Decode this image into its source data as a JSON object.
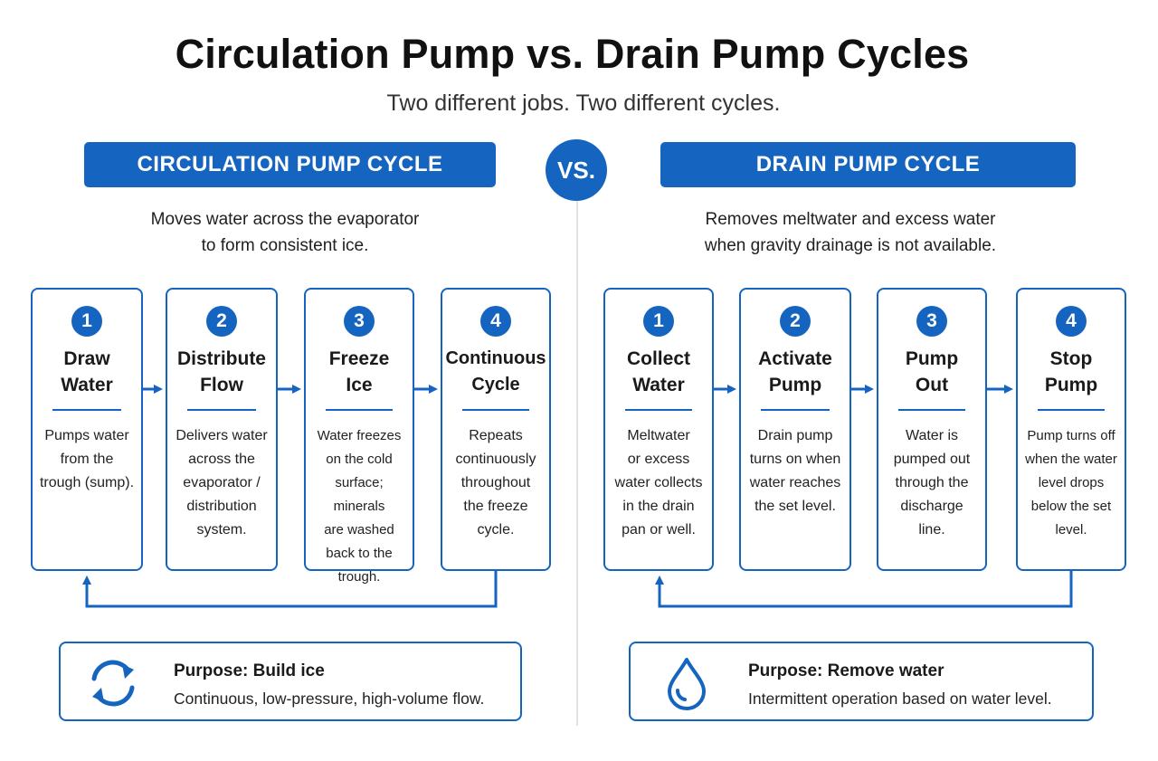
{
  "header": {
    "title": "Circulation Pump vs. Drain Pump Cycles",
    "subtitle": "Two different jobs. Two different cycles.",
    "vs_label": "VS."
  },
  "circulation": {
    "banner": "CIRCULATION PUMP CYCLE",
    "desc_line1": "Moves water across the evaporator",
    "desc_line2": "to form consistent ice.",
    "steps": [
      {
        "num": "1",
        "title": [
          "Draw",
          "Water"
        ],
        "body": [
          "Pumps water",
          "from the",
          "trough (sump)."
        ]
      },
      {
        "num": "2",
        "title": [
          "Distribute",
          "Flow"
        ],
        "body": [
          "Delivers water",
          "across the",
          "evaporator /",
          "distribution",
          "system."
        ]
      },
      {
        "num": "3",
        "title": [
          "Freeze",
          "Ice"
        ],
        "body": [
          "Water freezes",
          "on the cold",
          "surface; minerals",
          "are washed",
          "back to the",
          "trough."
        ]
      },
      {
        "num": "4",
        "title": [
          "Continuous",
          "Cycle"
        ],
        "body": [
          "Repeats",
          "continuously",
          "throughout",
          "the freeze",
          "cycle."
        ]
      }
    ],
    "purpose_title": "Purpose: Build ice",
    "purpose_text": "Continuous, low-pressure, high-volume flow.",
    "icon": "recycle-arrows-icon"
  },
  "drain": {
    "banner": "DRAIN PUMP CYCLE",
    "desc_line1": "Removes meltwater and excess water",
    "desc_line2": "when gravity drainage is not available.",
    "steps": [
      {
        "num": "1",
        "title": [
          "Collect",
          "Water"
        ],
        "body": [
          "Meltwater",
          "or excess",
          "water collects",
          "in the drain",
          "pan or well."
        ]
      },
      {
        "num": "2",
        "title": [
          "Activate",
          "Pump"
        ],
        "body": [
          "Drain pump",
          "turns on when",
          "water reaches",
          "the set level."
        ]
      },
      {
        "num": "3",
        "title": [
          "Pump",
          "Out"
        ],
        "body": [
          "Water is",
          "pumped out",
          "through the",
          "discharge",
          "line."
        ]
      },
      {
        "num": "4",
        "title": [
          "Stop",
          "Pump"
        ],
        "body": [
          "Pump turns off",
          "when the water",
          "level drops",
          "below the set",
          "level."
        ]
      }
    ],
    "purpose_title": "Purpose: Remove water",
    "purpose_text": "Intermittent operation based on water level.",
    "icon": "water-drop-icon"
  },
  "colors": {
    "accent": "#1565c0",
    "divider": "#e2e2e2",
    "text": "#1a1a1a"
  }
}
